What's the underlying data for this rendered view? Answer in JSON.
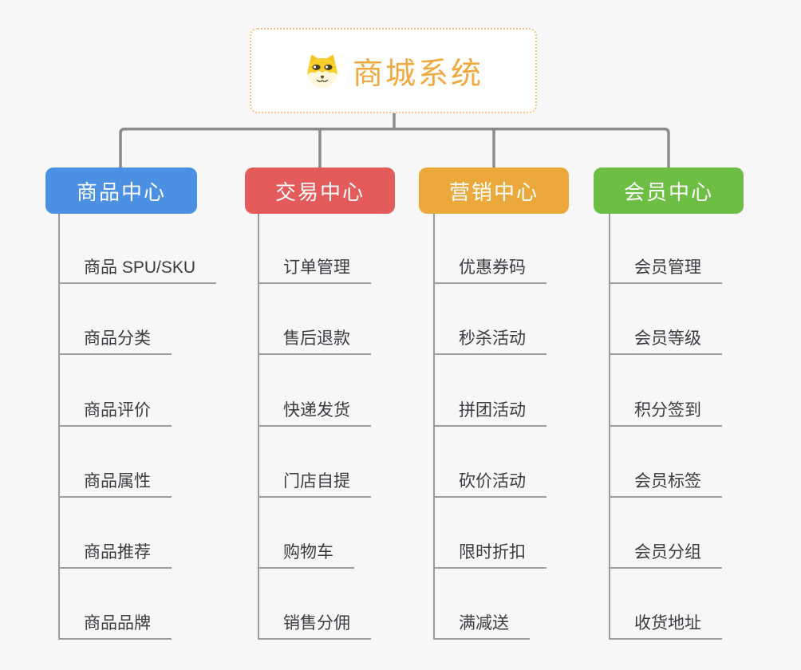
{
  "background_color": "#F7F7F7",
  "connector_color": "#8B8B8B",
  "root": {
    "title": "商城系统",
    "title_color": "#EFA93F",
    "border_color": "#F1C584",
    "icon": "dog-face-icon"
  },
  "branches": [
    {
      "label": "商品中心",
      "color": "#4B90E2",
      "items": [
        "商品 SPU/SKU",
        "商品分类",
        "商品评价",
        "商品属性",
        "商品推荐",
        "商品品牌"
      ]
    },
    {
      "label": "交易中心",
      "color": "#E45B5B",
      "items": [
        "订单管理",
        "售后退款",
        "快递发货",
        "门店自提",
        "购物车",
        "销售分佣"
      ]
    },
    {
      "label": "营销中心",
      "color": "#EBA93C",
      "items": [
        "优惠券码",
        "秒杀活动",
        "拼团活动",
        "砍价活动",
        "限时折扣",
        "满减送"
      ]
    },
    {
      "label": "会员中心",
      "color": "#6DBE44",
      "items": [
        "会员管理",
        "会员等级",
        "积分签到",
        "会员标签",
        "会员分组",
        "收货地址"
      ]
    }
  ]
}
